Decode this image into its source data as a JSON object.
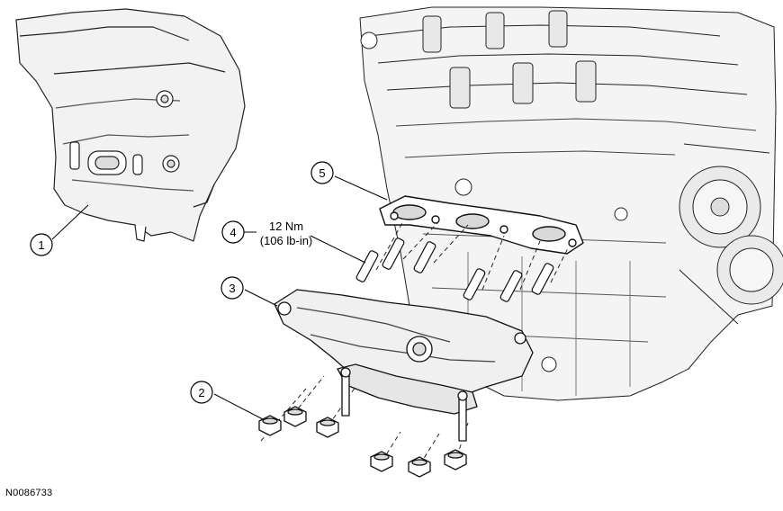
{
  "callouts": [
    {
      "number": "1"
    },
    {
      "number": "2"
    },
    {
      "number": "3"
    },
    {
      "number": "4"
    },
    {
      "number": "5"
    }
  ],
  "torque": {
    "metric": "12 Nm",
    "imperial": "(106 lb-in)"
  },
  "figure_id": "N0086733",
  "parts": {
    "heat_shield": "heat-shield",
    "nuts": "exhaust-manifold-nuts",
    "manifold": "exhaust-manifold",
    "studs": "exhaust-manifold-studs",
    "gasket": "exhaust-manifold-gasket",
    "engine": "engine-block"
  }
}
